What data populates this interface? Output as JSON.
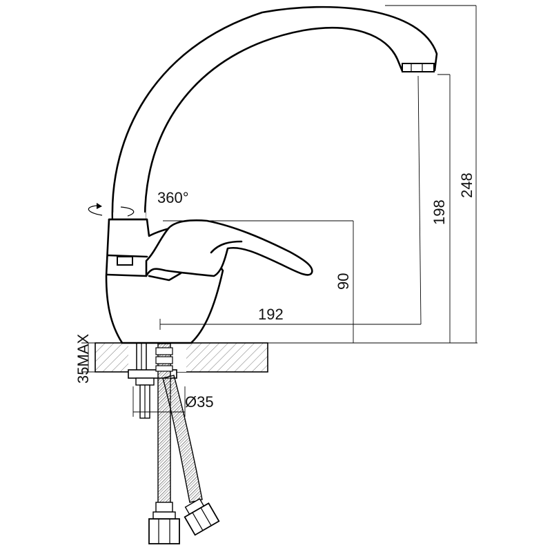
{
  "dimensions": {
    "rotation": "360°",
    "handle_height": "90",
    "reach": "192",
    "spout_height": "198",
    "total_height": "248",
    "max_counter_thickness": "35MAX",
    "hole_diameter": "Ø35"
  }
}
